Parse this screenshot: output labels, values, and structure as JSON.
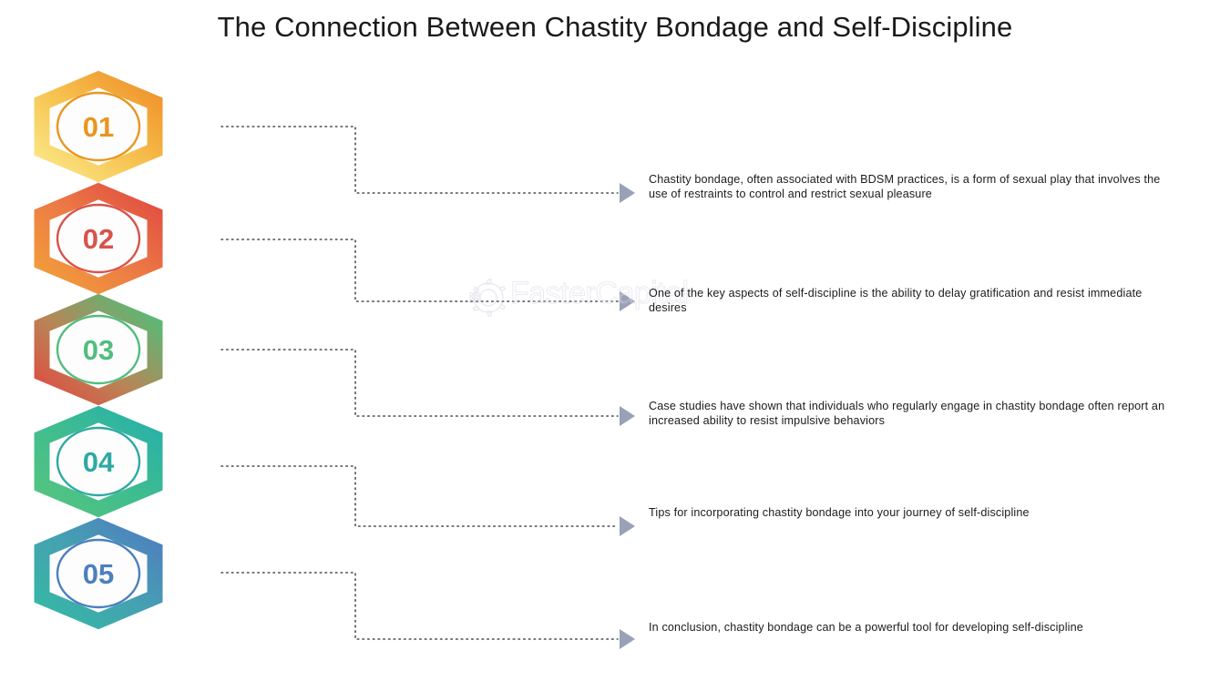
{
  "title": "The Connection Between Chastity Bondage and Self-Discipline",
  "watermark": {
    "label": "FasterCapital",
    "icon": "gear-icon"
  },
  "colors": {
    "title_text": "#1a1a1a",
    "body_text": "#1b1b1b",
    "connector": "#4a4a55",
    "arrow": "#9aa0b5",
    "hex1_start": "#F9DF74",
    "hex1_end": "#F0962F",
    "hex2_start": "#F0962F",
    "hex2_end": "#E04B42",
    "hex3_start": "#E04B42",
    "hex3_end": "#4EC07A",
    "hex4_start": "#4EC07A",
    "hex4_end": "#2BB3A6",
    "hex5_start": "#2BB3A6",
    "hex5_end": "#4B7FBF"
  },
  "steps": [
    {
      "number": "01",
      "text": "Chastity bondage, often associated with BDSM practices, is a form of sexual play that involves the use of restraints to control and restrict sexual pleasure",
      "accent": "#E8961F"
    },
    {
      "number": "02",
      "text": "One of the key aspects of self-discipline is the ability to delay gratification and resist immediate desires",
      "accent": "#D9534A"
    },
    {
      "number": "03",
      "text": "Case studies have shown that individuals who regularly engage in chastity bondage often report an increased ability to resist impulsive behaviors",
      "accent": "#53BC7E"
    },
    {
      "number": "04",
      "text": "Tips for incorporating chastity bondage into your journey of self-discipline",
      "accent": "#2FA9A2"
    },
    {
      "number": "05",
      "text": "In conclusion, chastity bondage can be a powerful tool for developing self-discipline",
      "accent": "#4B7FBF"
    }
  ]
}
